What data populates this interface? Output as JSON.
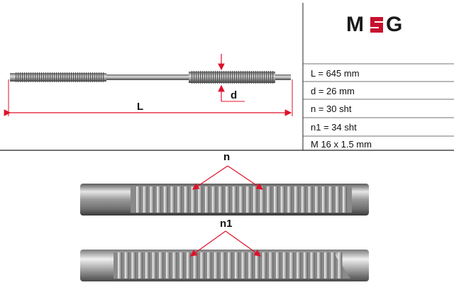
{
  "brand": {
    "logo_text": "MSG",
    "accent_color": "#c8102e",
    "text_color": "#1a1a1a"
  },
  "specs": [
    {
      "text": "L = 645 mm"
    },
    {
      "text": "d = 26 mm"
    },
    {
      "text": "n = 30 sht"
    },
    {
      "text": "n1 = 34 sht"
    },
    {
      "text": "M 16 x 1.5 mm"
    }
  ],
  "drawing": {
    "length_label": "L",
    "diameter_label": "d",
    "dimension_color": "#e0102a"
  },
  "details": {
    "top_label": "n",
    "bottom_label": "n1"
  }
}
